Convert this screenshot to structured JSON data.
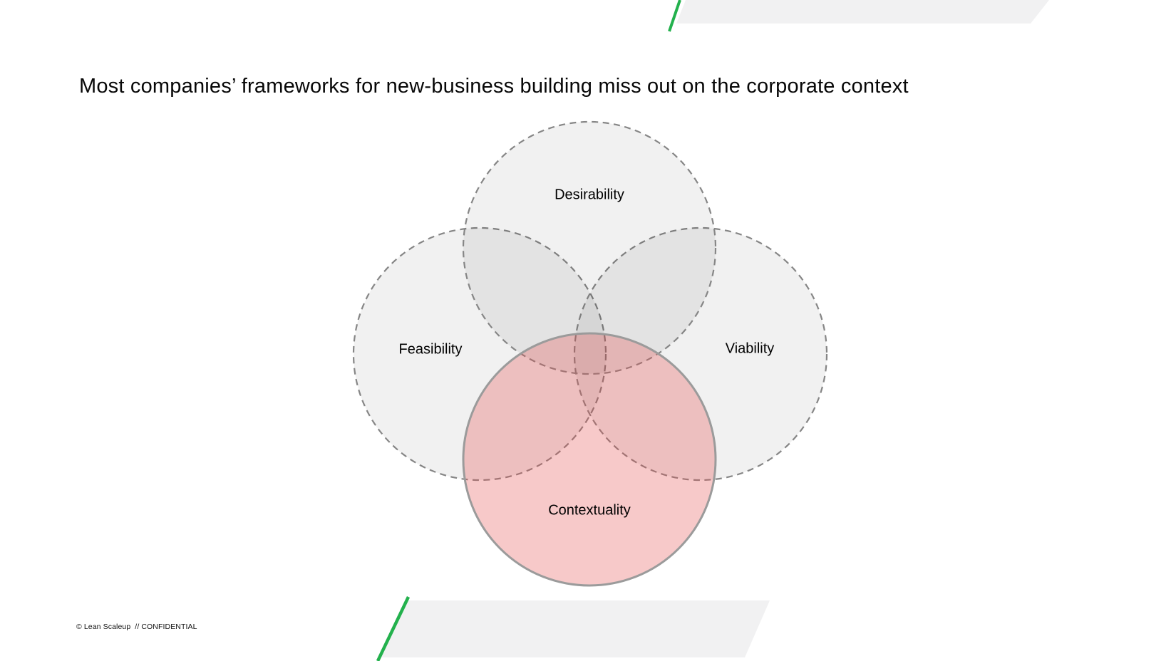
{
  "slide": {
    "title": "Most companies’ frameworks for new-business building miss out on the corporate context",
    "footer": "© Lean Scaleup  // CONFIDENTIAL"
  },
  "venn": {
    "circles": [
      {
        "name": "desirability",
        "label": "Desirability",
        "fill_on_white": "#f1f1f1",
        "border": "dashed",
        "highlighted": false
      },
      {
        "name": "feasibility",
        "label": "Feasibility",
        "fill_on_white": "#f1f1f1",
        "border": "dashed",
        "highlighted": false
      },
      {
        "name": "viability",
        "label": "Viability",
        "fill_on_white": "#f1f1f1",
        "border": "dashed",
        "highlighted": false
      },
      {
        "name": "contextuality",
        "label": "Contextuality",
        "fill_on_white": "#f8cbcb",
        "border": "solid",
        "highlighted": true
      }
    ]
  },
  "colors": {
    "background": "#ffffff",
    "accent_green": "#23b14d",
    "deco_gray": "#f1f1f2",
    "dashed_border_gray": "#868686",
    "highlight_border_gray": "#9b9b9b",
    "highlight_pink_fill": "#f8cbcb",
    "text": "#000000"
  }
}
